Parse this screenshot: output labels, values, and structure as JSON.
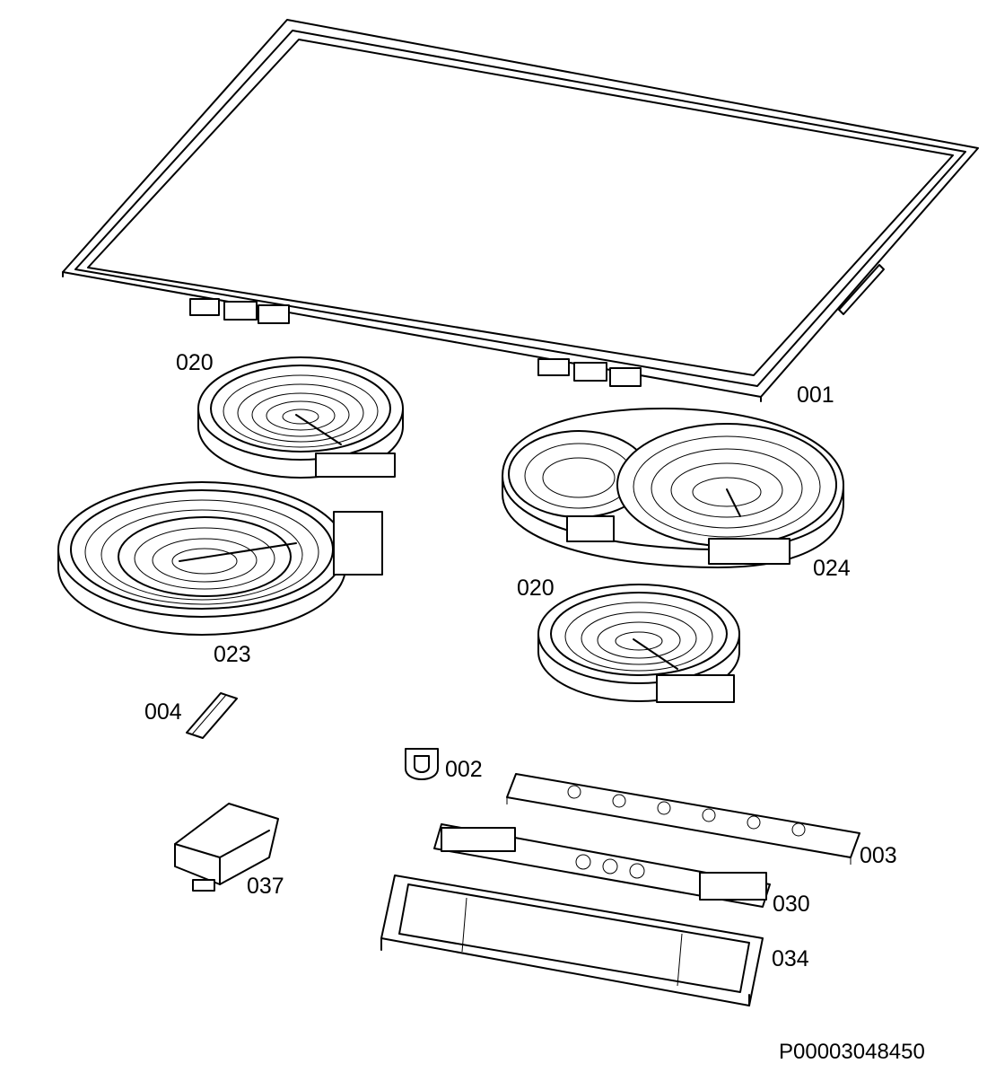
{
  "diagram": {
    "doc_id": "P00003048450",
    "parts": [
      {
        "id": "glass_ceramic_top",
        "label": "001"
      },
      {
        "id": "hotplate_upper_left",
        "label": "020"
      },
      {
        "id": "hotplate_large_dual",
        "label": "023"
      },
      {
        "id": "hotplate_oval_dual",
        "label": "024"
      },
      {
        "id": "hotplate_middle",
        "label": "020"
      },
      {
        "id": "ribbon_cable",
        "label": "004"
      },
      {
        "id": "clip",
        "label": "002"
      },
      {
        "id": "touch_board",
        "label": "003"
      },
      {
        "id": "terminal_block",
        "label": "037"
      },
      {
        "id": "power_board",
        "label": "030"
      },
      {
        "id": "board_housing",
        "label": "034"
      }
    ]
  }
}
